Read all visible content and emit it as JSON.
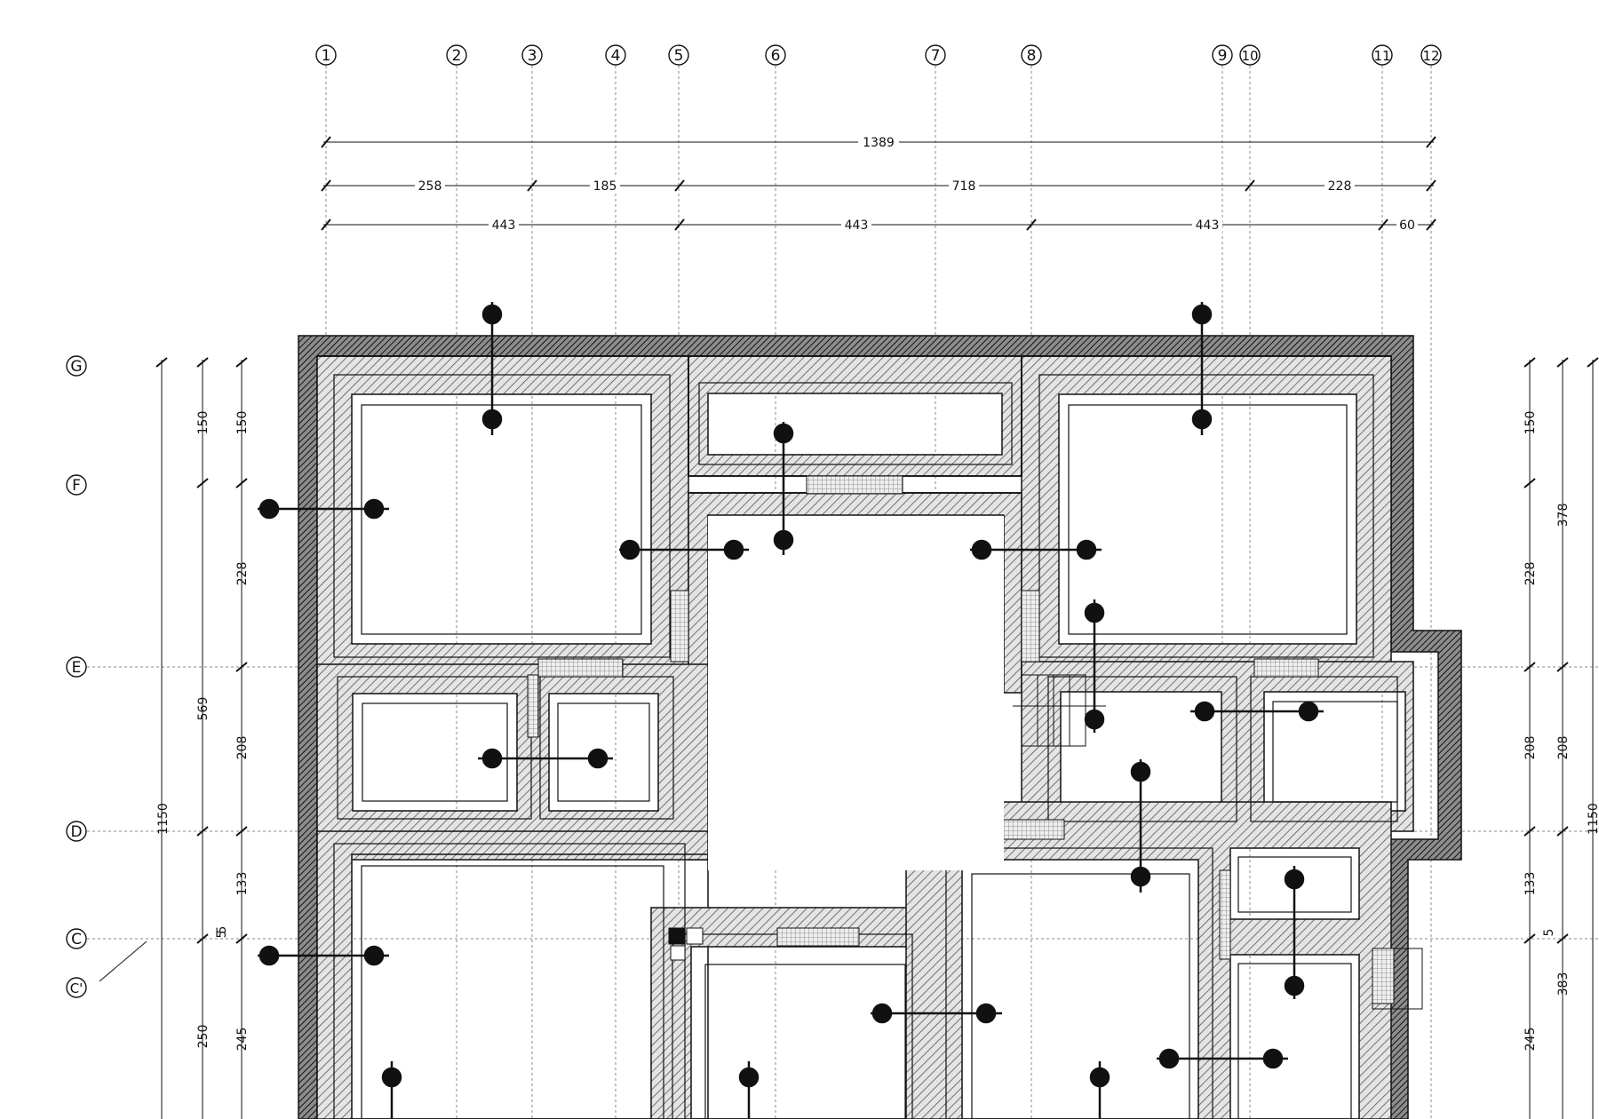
{
  "grid": {
    "columns": [
      "1",
      "2",
      "3",
      "4",
      "5",
      "6",
      "7",
      "8",
      "9",
      "10",
      "11",
      "12"
    ],
    "rows": [
      "G",
      "F",
      "E",
      "D",
      "C",
      "C'"
    ]
  },
  "dimensions": {
    "top": {
      "overall": "1389",
      "row2": [
        "258",
        "185",
        "718",
        "228"
      ],
      "row3": [
        "443",
        "443",
        "443",
        "60"
      ]
    },
    "left": {
      "overall": "1150",
      "outer": [
        "150",
        "569",
        "5",
        "250"
      ],
      "inner": [
        "150",
        "228",
        "208",
        "133",
        "5",
        "245"
      ]
    },
    "right": {
      "inner": [
        "150",
        "228",
        "208",
        "133",
        "5",
        "245"
      ],
      "outer": [
        "378",
        "208",
        "383"
      ],
      "overall": "1150"
    }
  },
  "colors": {
    "line": "#111111",
    "grid": "#8a8a8a",
    "hatch": "#555555",
    "fill": "#c8c8c8"
  }
}
